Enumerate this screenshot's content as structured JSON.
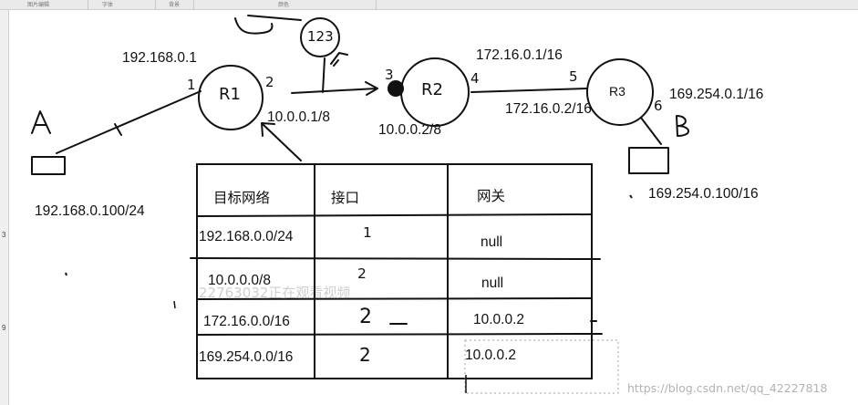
{
  "toolbar": {
    "groups": [
      "图片编辑",
      "字体",
      "背景",
      "颜色"
    ]
  },
  "ruler": {
    "marks": [
      "3",
      "9"
    ]
  },
  "nodes": {
    "host_a": {
      "label": "A",
      "ip": "192.168.0.100/24"
    },
    "host_b": {
      "label": "B",
      "ip": "169.254.0.100/16"
    },
    "r1": {
      "label": "R1",
      "ip_left": "192.168.0.1",
      "ip_right": "10.0.0.1/8",
      "if_left": "1",
      "if_right": "2"
    },
    "r2": {
      "label": "R2",
      "ip_left": "10.0.0.2/8",
      "ip_right": "172.16.0.2/16",
      "if_left": "3",
      "if_right": "4"
    },
    "r3": {
      "label": "R3",
      "ip_left": "172.16.0.1/16",
      "ip_right": "169.254.0.1/16",
      "if_left": "5",
      "if_right": "6"
    },
    "pc": {
      "label": "123"
    }
  },
  "routing_table": {
    "headers": [
      "目标网络",
      "接口",
      "网关"
    ],
    "rows": [
      [
        "192.168.0.0/24",
        "1",
        "null"
      ],
      [
        "10.0.0.0/8",
        "2",
        "null"
      ],
      [
        "172.16.0.0/16",
        "2",
        "10.0.0.2"
      ],
      [
        "169.254.0.0/16",
        "2",
        "10.0.0.2"
      ]
    ]
  },
  "watermark": "22763032正在观看视频",
  "source_url": "https://blog.csdn.net/qq_42227818"
}
